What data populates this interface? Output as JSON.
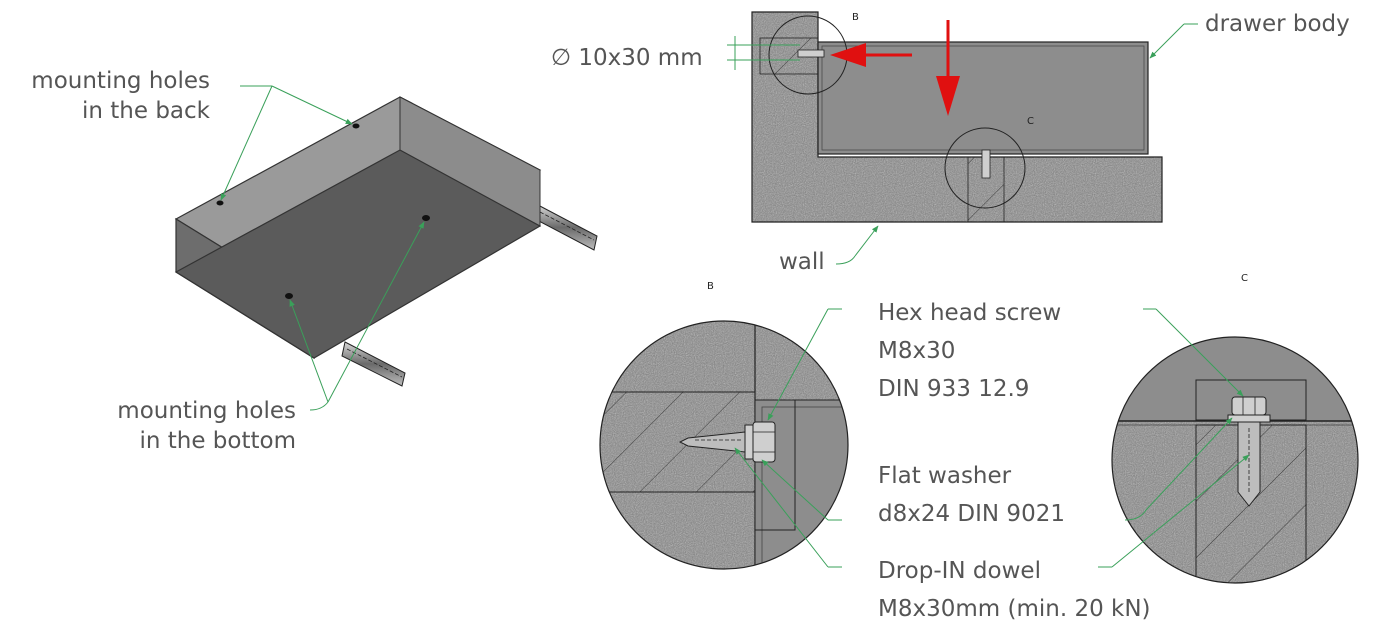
{
  "labels": {
    "holes_back": [
      "mounting holes",
      "in the back"
    ],
    "holes_bottom": [
      "mounting holes",
      "in the bottom"
    ],
    "drill": "∅ 10x30 mm",
    "drawer_body": "drawer body",
    "wall": "wall",
    "screw": [
      "Hex head screw",
      "M8x30",
      "DIN 933 12.9"
    ],
    "washer": [
      "Flat washer",
      "d8x24 DIN 9021"
    ],
    "dowel": [
      "Drop-IN dowel",
      "M8x30mm (min. 20 kN)"
    ]
  },
  "detail_tags": {
    "b_marker": "B",
    "c_marker": "C",
    "b_title": "B",
    "c_title": "C"
  },
  "colors": {
    "leader": "#3aa05a",
    "arrow": "#e01010",
    "text": "#555555",
    "concrete": "#777777",
    "drawer": "#8a8a8a",
    "drawer_dark": "#5a5a5a",
    "outline": "#222222"
  }
}
